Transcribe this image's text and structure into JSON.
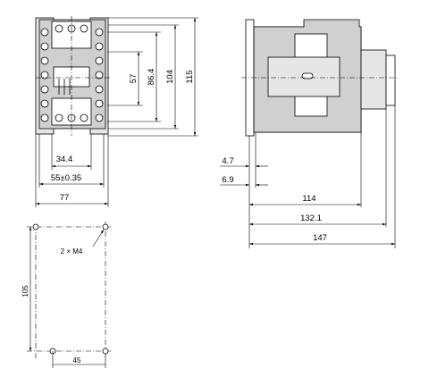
{
  "front_view": {
    "dim_57": "57",
    "dim_86_4": "86.4",
    "dim_104": "104",
    "dim_115": "115",
    "dim_34_4": "34.4",
    "dim_55": "55±0.35",
    "dim_77": "77"
  },
  "side_view": {
    "dim_4_7": "4.7",
    "dim_6_9": "6.9",
    "dim_114": "114",
    "dim_132_1": "132.1",
    "dim_147": "147"
  },
  "mounting": {
    "screw_label": "2 × M4",
    "dim_105": "105",
    "dim_45": "45"
  }
}
